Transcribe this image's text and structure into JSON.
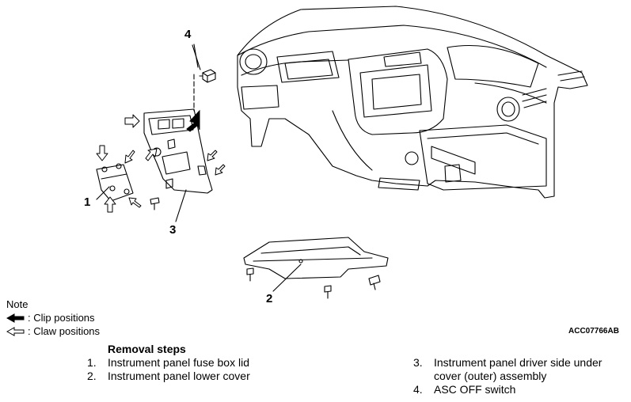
{
  "callouts": {
    "c1": "1",
    "c2": "2",
    "c3": "3",
    "c4": "4"
  },
  "reference_code": "ACC07766AB",
  "legend": {
    "title": "Note",
    "clip_label": ": Clip positions",
    "claw_label": ": Claw positions"
  },
  "removal_steps": {
    "heading": "Removal steps",
    "items": [
      {
        "num": "1.",
        "text": "Instrument panel fuse box lid"
      },
      {
        "num": "2.",
        "text": "Instrument panel lower cover"
      },
      {
        "num": "3.",
        "text": "Instrument panel driver side under cover (outer) assembly"
      },
      {
        "num": "4.",
        "text": "ASC OFF switch"
      }
    ]
  }
}
